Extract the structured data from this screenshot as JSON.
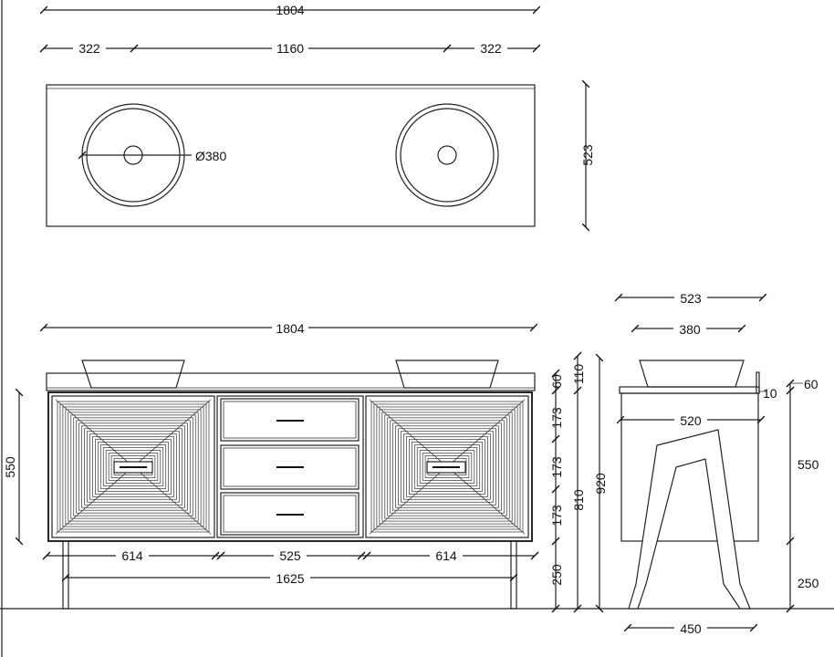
{
  "dimensions": {
    "top_total": "1804",
    "top_left": "322",
    "top_mid": "1160",
    "top_right": "322",
    "top_depth": "523",
    "basin_diameter": "Ø380",
    "front_total": "1804",
    "front_cabinet_height": "550",
    "front_left_door": "614",
    "front_center": "525",
    "front_right_door": "614",
    "front_leg_span": "1625",
    "stack_top": "110",
    "stack_60": "60",
    "stack_d1": "173",
    "stack_d2": "173",
    "stack_d3": "173",
    "stack_leg": "250",
    "stack_810": "810",
    "stack_920": "920",
    "side_depth": "523",
    "side_basin": "380",
    "side_body": "520",
    "side_top_thk": "10",
    "side_top_60": "60",
    "side_cab_h": "550",
    "side_leg_h": "250",
    "side_foot": "450"
  }
}
